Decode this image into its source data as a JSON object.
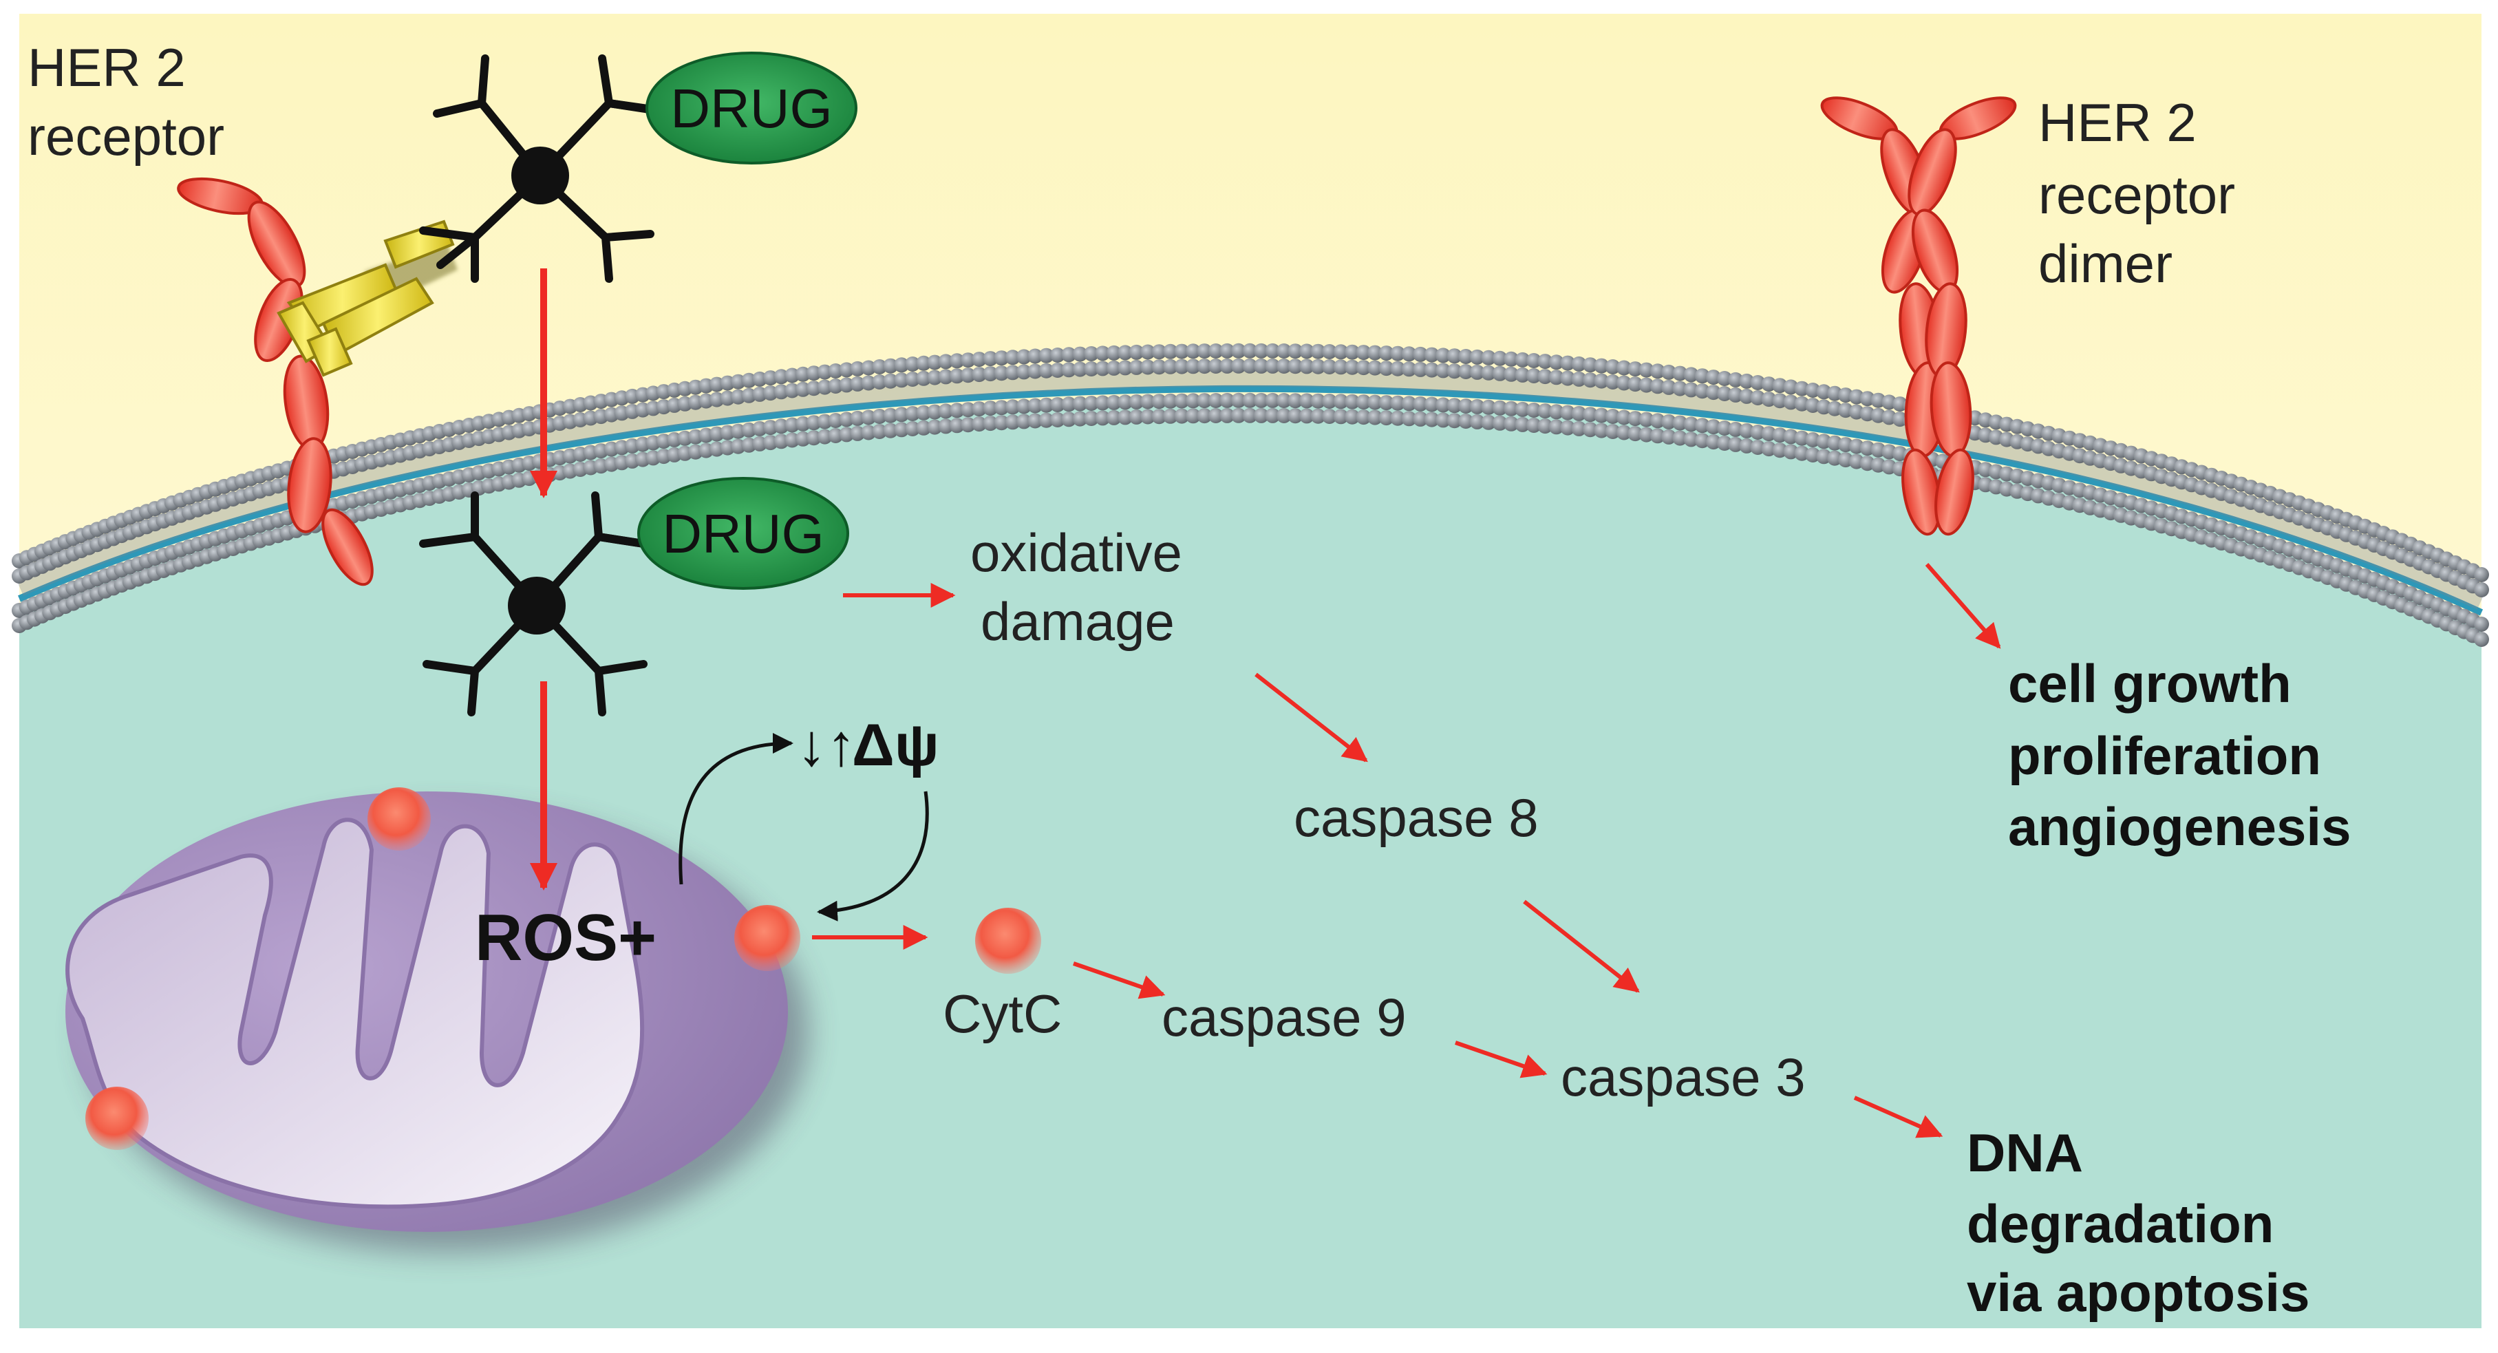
{
  "labels": {
    "her2_receptor": [
      "HER 2",
      "receptor"
    ],
    "her2_dimer": [
      "HER 2",
      "receptor",
      "dimer"
    ],
    "drug_top": "DRUG",
    "drug_inside": "DRUG",
    "oxidative_damage": [
      "oxidative",
      "damage"
    ],
    "caspase8": "caspase 8",
    "caspase9": "caspase 9",
    "caspase3": "caspase 3",
    "cytc": "CytC",
    "ros": "ROS+",
    "delta_psi": "Δψ",
    "delta_psi_arrows": "↓↑",
    "growth": [
      "cell growth",
      "proliferation",
      "angiogenesis"
    ],
    "apoptosis": [
      "DNA",
      "degradation",
      "via apoptosis"
    ]
  },
  "colors": {
    "extracellular": "#fdf6c0",
    "cytoplasm": "#b3e0d4",
    "receptor": "#f2493a",
    "antibody": "#f3e22a",
    "drug": "#1f9a48",
    "mitochondrion": "#9e86b8",
    "arrow": "#ee2b24"
  }
}
